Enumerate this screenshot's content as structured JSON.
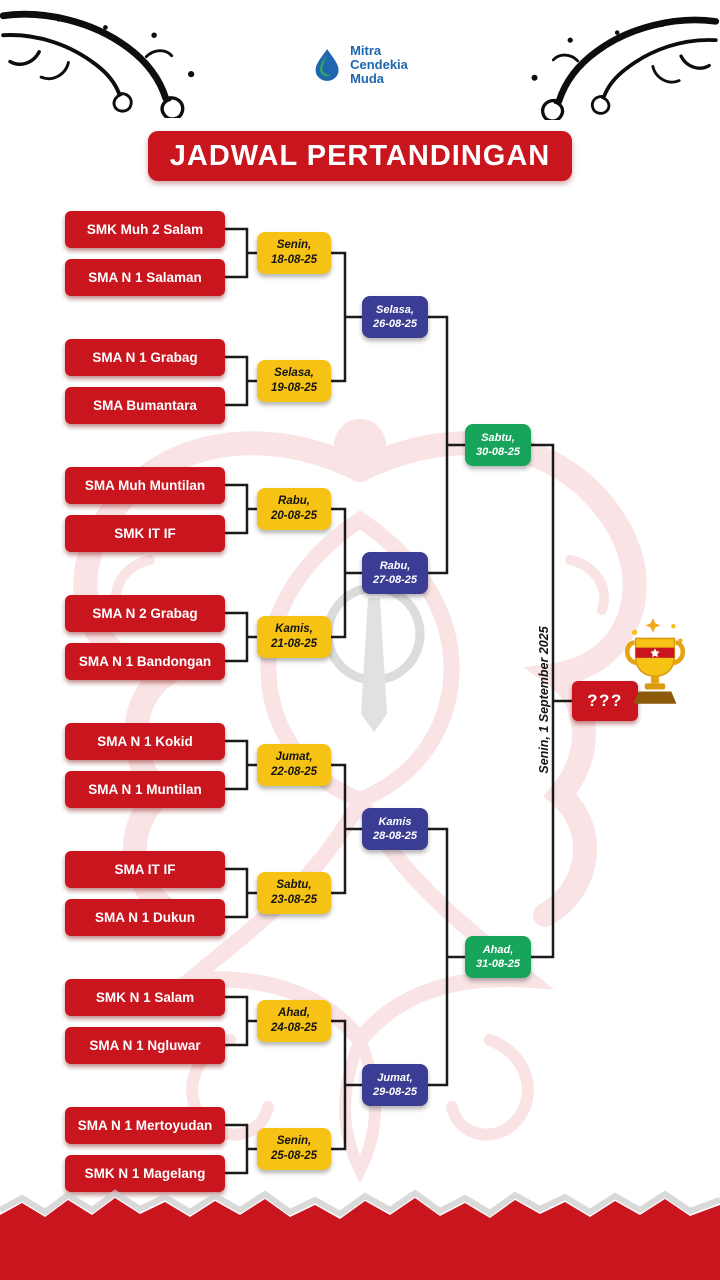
{
  "title": "JADWAL PERTANDINGAN",
  "logo": {
    "name_lines": [
      "Mitra",
      "Cendekia",
      "Muda"
    ]
  },
  "bracket": {
    "round1": [
      {
        "team1": "SMK Muh 2 Salam",
        "team2": "SMA N 1 Salaman",
        "day": "Senin,",
        "date": "18-08-25"
      },
      {
        "team1": "SMA N 1 Grabag",
        "team2": "SMA Bumantara",
        "day": "Selasa,",
        "date": "19-08-25"
      },
      {
        "team1": "SMA Muh Muntilan",
        "team2": "SMK IT IF",
        "day": "Rabu,",
        "date": "20-08-25"
      },
      {
        "team1": "SMA N 2 Grabag",
        "team2": "SMA N 1 Bandongan",
        "day": "Kamis,",
        "date": "21-08-25"
      },
      {
        "team1": "SMA N 1 Kokid",
        "team2": "SMA N 1 Muntilan",
        "day": "Jumat,",
        "date": "22-08-25"
      },
      {
        "team1": "SMA IT IF",
        "team2": "SMA N 1 Dukun",
        "day": "Sabtu,",
        "date": "23-08-25"
      },
      {
        "team1": "SMK N 1 Salam",
        "team2": "SMA N 1 Ngluwar",
        "day": "Ahad,",
        "date": "24-08-25"
      },
      {
        "team1": "SMA N 1 Mertoyudan",
        "team2": "SMK N 1 Magelang",
        "day": "Senin,",
        "date": "25-08-25"
      }
    ],
    "round2": [
      {
        "day": "Selasa,",
        "date": "26-08-25"
      },
      {
        "day": "Rabu,",
        "date": "27-08-25"
      },
      {
        "day": "Kamis",
        "date": "28-08-25"
      },
      {
        "day": "Jumat,",
        "date": "29-08-25"
      }
    ],
    "semifinal": [
      {
        "day": "Sabtu,",
        "date": "30-08-25"
      },
      {
        "day": "Ahad,",
        "date": "31-08-25"
      }
    ],
    "final": {
      "date_text": "Senin, 1 September 2025",
      "winner_placeholder": "???"
    }
  },
  "colors": {
    "primary_red": "#C9151E",
    "accent_yellow": "#F6C214",
    "accent_blue": "#3A3D93",
    "accent_green": "#17A45B",
    "logo_blue": "#1F66AE",
    "logo_green": "#35A85C"
  }
}
